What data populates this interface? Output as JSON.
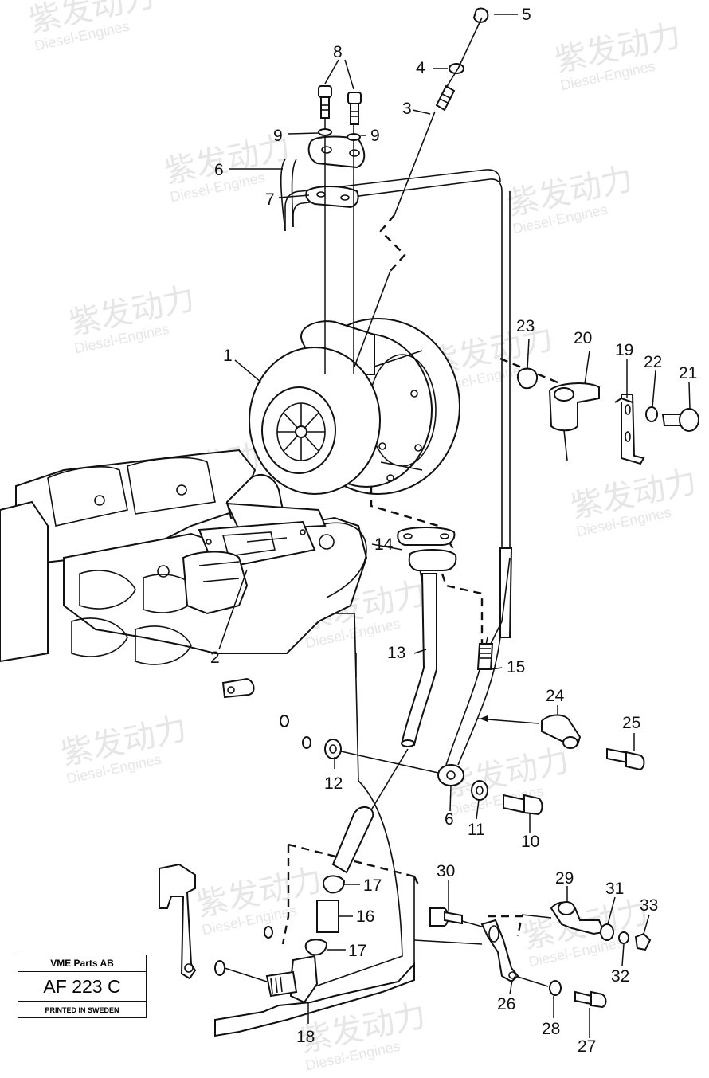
{
  "watermark": {
    "brand_cn": "紫发动力",
    "brand_en": "Diesel-Engines",
    "color": "#e6e6e6"
  },
  "callouts": [
    {
      "id": "c1",
      "text": "1"
    },
    {
      "id": "c2",
      "text": "2"
    },
    {
      "id": "c3",
      "text": "3"
    },
    {
      "id": "c4",
      "text": "4"
    },
    {
      "id": "c5",
      "text": "5"
    },
    {
      "id": "c6a",
      "text": "6"
    },
    {
      "id": "c6b",
      "text": "6"
    },
    {
      "id": "c7",
      "text": "7"
    },
    {
      "id": "c8",
      "text": "8"
    },
    {
      "id": "c9a",
      "text": "9"
    },
    {
      "id": "c9b",
      "text": "9"
    },
    {
      "id": "c10",
      "text": "10"
    },
    {
      "id": "c11",
      "text": "11"
    },
    {
      "id": "c12",
      "text": "12"
    },
    {
      "id": "c13",
      "text": "13"
    },
    {
      "id": "c14",
      "text": "14"
    },
    {
      "id": "c15",
      "text": "15"
    },
    {
      "id": "c16",
      "text": "16"
    },
    {
      "id": "c17a",
      "text": "17"
    },
    {
      "id": "c17b",
      "text": "17"
    },
    {
      "id": "c18",
      "text": "18"
    },
    {
      "id": "c19",
      "text": "19"
    },
    {
      "id": "c20",
      "text": "20"
    },
    {
      "id": "c21",
      "text": "21"
    },
    {
      "id": "c22",
      "text": "22"
    },
    {
      "id": "c23",
      "text": "23"
    },
    {
      "id": "c24",
      "text": "24"
    },
    {
      "id": "c25",
      "text": "25"
    },
    {
      "id": "c26",
      "text": "26"
    },
    {
      "id": "c27",
      "text": "27"
    },
    {
      "id": "c28",
      "text": "28"
    },
    {
      "id": "c29",
      "text": "29"
    },
    {
      "id": "c30",
      "text": "30"
    },
    {
      "id": "c31",
      "text": "31"
    },
    {
      "id": "c32",
      "text": "32"
    },
    {
      "id": "c33",
      "text": "33"
    }
  ],
  "label_box": {
    "company": "VME Parts AB",
    "code": "AF 223 C",
    "printed": "PRINTED IN SWEDEN"
  }
}
